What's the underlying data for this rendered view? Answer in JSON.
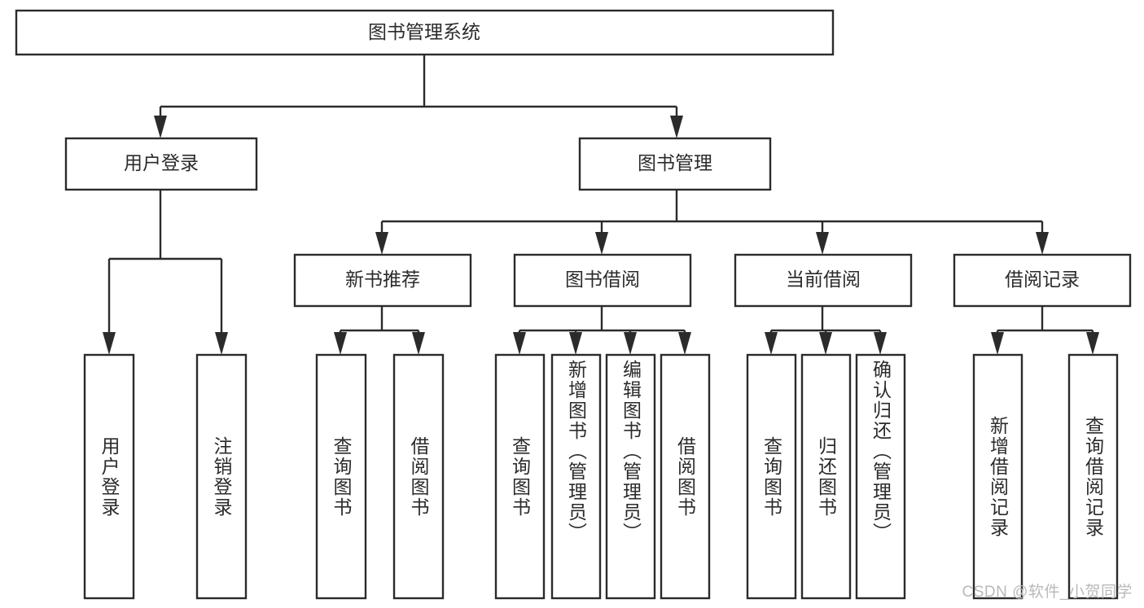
{
  "diagram": {
    "type": "tree-hierarchy",
    "title": "图书管理系统",
    "watermark": "CSDN @软件_小贺同学",
    "colors": {
      "stroke": "#2b2b2b",
      "fill": "#ffffff",
      "background": "#ffffff",
      "watermark": "#b9b9b9"
    },
    "root": {
      "label": "图书管理系统"
    },
    "level2": [
      {
        "label": "用户登录"
      },
      {
        "label": "图书管理"
      }
    ],
    "level3": [
      {
        "label": "新书推荐"
      },
      {
        "label": "图书借阅"
      },
      {
        "label": "当前借阅"
      },
      {
        "label": "借阅记录"
      }
    ],
    "leaves": {
      "user_login": [
        {
          "label": "用户登录"
        },
        {
          "label": "注销登录"
        }
      ],
      "new_book_recommend": [
        {
          "label": "查询图书"
        },
        {
          "label": "借阅图书"
        }
      ],
      "book_borrow": [
        {
          "label": "查询图书"
        },
        {
          "label": "新增图书（管理员）"
        },
        {
          "label": "编辑图书（管理员）"
        },
        {
          "label": "借阅图书"
        }
      ],
      "current_borrow": [
        {
          "label": "查询图书"
        },
        {
          "label": "归还图书"
        },
        {
          "label": "确认归还（管理员）"
        }
      ],
      "borrow_record": [
        {
          "label": "新增借阅记录"
        },
        {
          "label": "查询借阅记录"
        }
      ]
    }
  }
}
